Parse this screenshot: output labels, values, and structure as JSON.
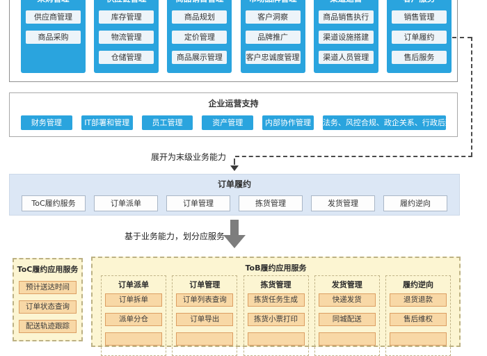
{
  "capability_map": {
    "columns": [
      {
        "title": "采购管理",
        "items": [
          "供应商管理",
          "商品采购"
        ]
      },
      {
        "title": "供应链管理",
        "items": [
          "库存管理",
          "物流管理",
          "仓储管理"
        ]
      },
      {
        "title": "商品销售管理",
        "items": [
          "商品规划",
          "定价管理",
          "商品展示管理"
        ]
      },
      {
        "title": "市场品牌管理",
        "items": [
          "客户洞察",
          "品牌推广",
          "客户忠诚度管理"
        ]
      },
      {
        "title": "渠道运营",
        "items": [
          "商品销售执行",
          "渠道设施搭建",
          "渠道人员管理"
        ]
      },
      {
        "title": "客户服务",
        "items": [
          "销售管理",
          "订单履约",
          "售后服务"
        ]
      }
    ]
  },
  "operations_support": {
    "title": "企业运营支持",
    "items": [
      "财务管理",
      "IT部署和管理",
      "员工管理",
      "资产管理",
      "内部协作管理",
      "法务、风控合规、政企关系、行政后勤等"
    ]
  },
  "connectors": {
    "expand_label": "展开为末级业务能力",
    "divide_label": "基于业务能力，划分应服务"
  },
  "order_fulfillment": {
    "title": "订单履约",
    "items": [
      "ToC履约服务",
      "订单派单",
      "订单管理",
      "拣货管理",
      "发货管理",
      "履约逆向"
    ]
  },
  "toc_app_services": {
    "title": "ToC履约应用服务",
    "items": [
      "预计送达时间",
      "订单状态查询",
      "配送轨迹跟踪"
    ]
  },
  "tob_app_services": {
    "title": "ToB履约应用服务",
    "groups": [
      {
        "title": "订单派单",
        "items": [
          "订单拆单",
          "派单分仓",
          ""
        ]
      },
      {
        "title": "订单管理",
        "items": [
          "订单列表查询",
          "订单导出",
          ""
        ]
      },
      {
        "title": "拣货管理",
        "items": [
          "拣货任务生成",
          "拣货小票打印",
          ""
        ]
      },
      {
        "title": "发货管理",
        "items": [
          "快递发货",
          "同城配送",
          ""
        ]
      },
      {
        "title": "履约逆向",
        "items": [
          "退货退款",
          "售后维权",
          ""
        ]
      }
    ]
  },
  "colors": {
    "primary_blue": "#2aa4de",
    "light_blue_band": "#dce7f5",
    "yellow_bg": "#fcf5d2",
    "orange_item_bg": "#f8d8a6",
    "orange_item_border": "#dc9e62",
    "connector_gray": "#4a4a4a",
    "arrow_gray": "#7d7d7d"
  }
}
